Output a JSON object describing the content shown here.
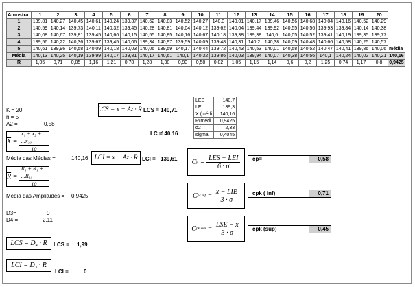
{
  "table": {
    "header_label": "Amostra",
    "samples": [
      "1",
      "2",
      "3",
      "4",
      "5",
      "6",
      "7",
      "8",
      "9",
      "10",
      "11",
      "12",
      "13",
      "14",
      "15",
      "16",
      "17",
      "18",
      "19",
      "20"
    ],
    "rows": [
      {
        "label": "1",
        "values": [
          "139,81",
          "140,27",
          "140,45",
          "140,61",
          "140,24",
          "139,37",
          "140,62",
          "140,83",
          "140,52",
          "140,27",
          "140,3",
          "140,01",
          "140,17",
          "139,46",
          "140,56",
          "140,68",
          "140,04",
          "140,16",
          "140,52",
          "140,29"
        ]
      },
      {
        "label": "2",
        "values": [
          "140,59",
          "140,14",
          "139,73",
          "140,11",
          "140,32",
          "139,45",
          "140,28",
          "140,81",
          "140,04",
          "140,12",
          "139,62",
          "140,04",
          "139,44",
          "139,92",
          "140,55",
          "140,56",
          "139,93",
          "139,84",
          "140,14",
          "140,38"
        ]
      },
      {
        "label": "3",
        "values": [
          "140,08",
          "140,67",
          "139,81",
          "139,45",
          "140,66",
          "140,15",
          "140,55",
          "140,85",
          "140,16",
          "140,67",
          "140,18",
          "139,38",
          "139,38",
          "140,6",
          "140,05",
          "140,52",
          "139,41",
          "140,19",
          "139,35",
          "139,77"
        ]
      },
      {
        "label": "4",
        "values": [
          "139,56",
          "140,22",
          "140,36",
          "139,67",
          "139,45",
          "140,06",
          "139,34",
          "140,97",
          "139,59",
          "140,09",
          "139,48",
          "140,31",
          "140,2",
          "140,38",
          "140,09",
          "140,48",
          "140,66",
          "140,58",
          "140,25",
          "140,57"
        ]
      },
      {
        "label": "5",
        "values": [
          "140,61",
          "139,96",
          "140,58",
          "140,09",
          "140,18",
          "140,03",
          "140,06",
          "139,59",
          "140,17",
          "140,44",
          "139,72",
          "140,43",
          "140,53",
          "140,01",
          "140,58",
          "140,52",
          "140,47",
          "140,41",
          "139,86",
          "140,06"
        ]
      }
    ],
    "media": {
      "label": "Média",
      "values": [
        "140,13",
        "140,25",
        "140,19",
        "139,99",
        "140,17",
        "139,81",
        "140,17",
        "140,61",
        "140,1",
        "140,32",
        "139,86",
        "140,03",
        "139,94",
        "140,07",
        "140,38",
        "140,56",
        "140,1",
        "140,24",
        "140,02",
        "140,21"
      ],
      "extra_label": "média",
      "extra_value": "140,16"
    },
    "range": {
      "label": "R",
      "values": [
        "1,05",
        "0,71",
        "0,85",
        "1,16",
        "1,21",
        "0,78",
        "1,28",
        "1,38",
        "0,93",
        "0,58",
        "0,82",
        "1,05",
        "1,15",
        "1,14",
        "0,6",
        "0,2",
        "1,25",
        "0,74",
        "1,17",
        "0,8"
      ],
      "extra_value": "0,9425"
    }
  },
  "params": {
    "k": "K = 20",
    "n": "n = 5",
    "a2_label": "A2 =",
    "a2_value": "0,58",
    "media_medias_label": "Média das Médias =",
    "media_medias_value": "140,16",
    "media_amplitudes_label": "Média das Amplitudes =",
    "media_amplitudes_value": "0,9425",
    "d3_label": "D3=",
    "d3_value": "0",
    "d4_label": "D4 =",
    "d4_value": "2,11"
  },
  "xbar_limits": {
    "lcs_label": "LCS =",
    "lcs_value": "140,71",
    "lc_label": "LC =",
    "lc_value": "140,16",
    "lci_label": "LCI =",
    "lci_value": "139,61"
  },
  "r_limits": {
    "lcs_label": "LCS =",
    "lcs_value": "1,99",
    "lci_label": "LCI =",
    "lci_value": "0"
  },
  "spec_table": [
    {
      "key": "LES",
      "value": "140,7"
    },
    {
      "key": "LEI",
      "value": "139,3"
    },
    {
      "key": "X (médi",
      "value": "140,16"
    },
    {
      "key": "R(médi",
      "value": "0,9425"
    },
    {
      "key": "d2",
      "value": "2,33"
    },
    {
      "key": "sigma",
      "value": "0,4045"
    }
  ],
  "capability": {
    "cp_label": "cp=",
    "cp_value": "0,58",
    "cpk_inf_label": "cpk ( inf)",
    "cpk_inf_value": "0,71",
    "cpk_sup_label": "cpk (sup)",
    "cpk_sup_value": "0,45"
  },
  "formulas": {
    "lcs_x": "LCS",
    "lci_x": "LCI",
    "xbar": "X",
    "xbar_num": "x₁ + x₂ + ...x₁₀",
    "xbar_den": "10",
    "rbar": "R",
    "rbar_num": "R₁ + R₁ + ...R₁₀",
    "rbar_den": "10",
    "cp_num": "LES − LEI",
    "cp_den": "6 · σ",
    "cpk_inf_num": "x − LIE",
    "cpk_den": "3 · σ",
    "cpk_sup_num": "LSE − x",
    "lcs_r": "LCS = D₄ · R",
    "lci_r": "LCI = D₃ · R"
  }
}
